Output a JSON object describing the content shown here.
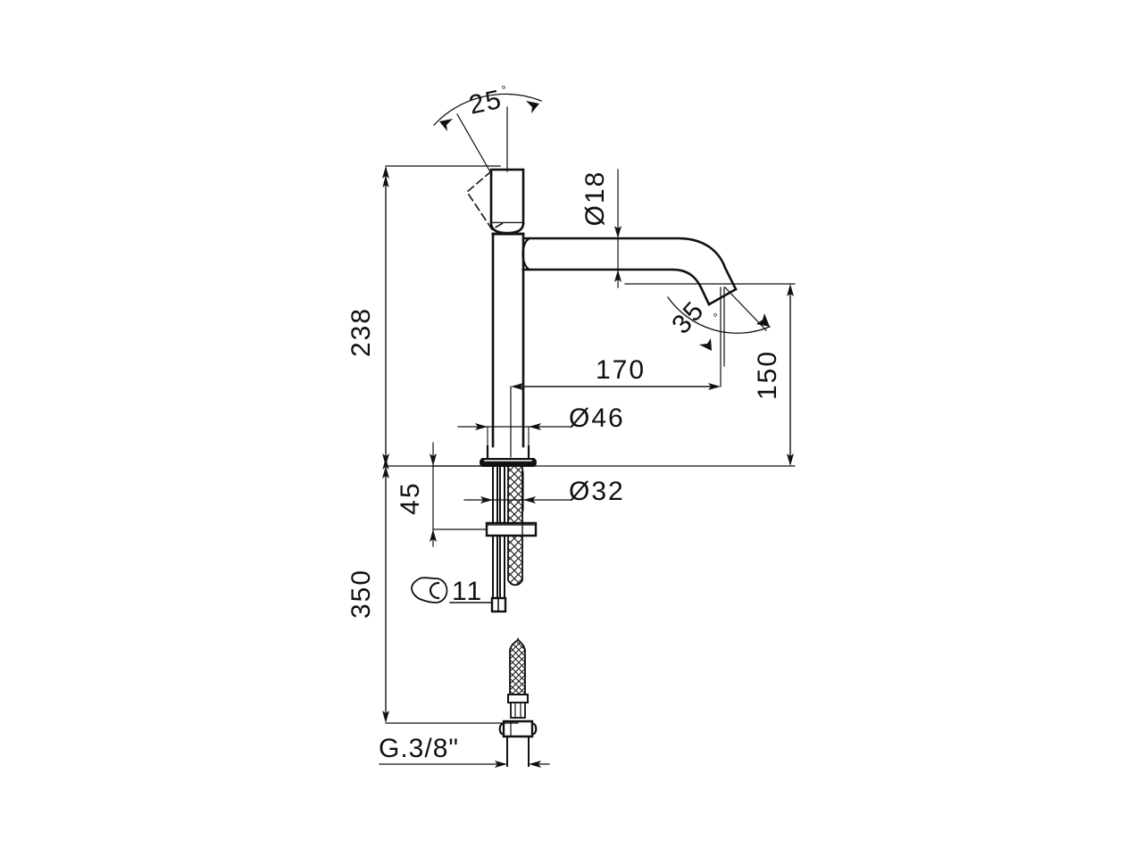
{
  "drawing": {
    "type": "technical-dimension-drawing",
    "subject": "single-lever basin mixer tap",
    "units": "mm",
    "line_color": "#111111",
    "background_color": "#ffffff"
  },
  "dimensions": {
    "height_overall_above_deck": "238",
    "height_below_deck": "350",
    "deck_thickness_max": "45",
    "spout_reach": "170",
    "spout_height": "150",
    "spout_tube_diameter": "Ø18",
    "base_diameter": "Ø46",
    "shank_diameter": "Ø32",
    "handle_angle": "25",
    "aerator_angle": "35",
    "wrench_size": "11",
    "supply_thread": "G.3/8\""
  },
  "labels": {
    "deg_symbol": "°",
    "dia_symbol": "Ø",
    "d238": "238",
    "d350": "350",
    "d45": "45",
    "d170": "170",
    "d150": "150",
    "d18": "Ø18",
    "d46": "Ø46",
    "d32": "Ø32",
    "a25": "25",
    "a35": "35",
    "wrench": "11",
    "thread": "G.3/8\""
  }
}
